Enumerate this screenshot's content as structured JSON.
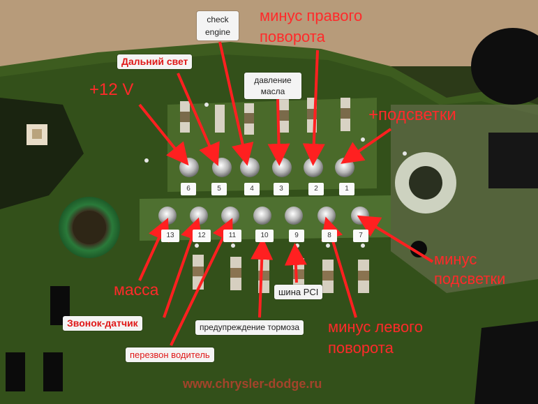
{
  "labels": {
    "check_engine": "check engine",
    "minus_right_turn": "минус правого поворота",
    "high_beam": "Дальний свет",
    "oil_pressure": "давление масла",
    "plus_12v": "+12 V",
    "plus_backlight": "+подсветки",
    "minus_backlight": "минус подсветки",
    "ground": "масса",
    "pci_bus": "шина PCI",
    "bell_sensor": "Звонок-датчик",
    "brake_warning": "предупреждение тормоза",
    "minus_left_turn": "минус левого поворота",
    "driver_call": "перезвон водитель"
  },
  "pins_top": [
    "6",
    "5",
    "4",
    "3",
    "2",
    "1"
  ],
  "pins_bottom": [
    "13",
    "12",
    "11",
    "10",
    "9",
    "8",
    "7"
  ],
  "watermark": "www.chrysler-dodge.ru",
  "colors": {
    "arrow": "#ff2020",
    "label_text": "#ff2a2a",
    "board": "#2f4a16",
    "board_green": "#4c7a2a"
  }
}
